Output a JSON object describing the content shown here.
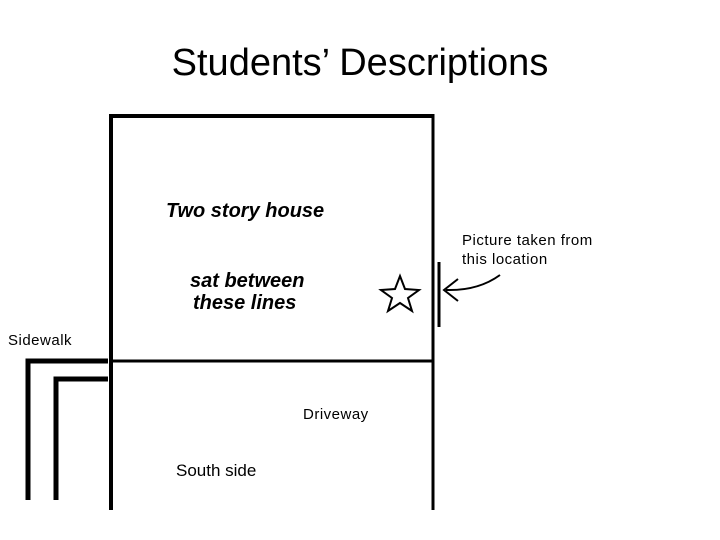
{
  "title": "Students’ Descriptions",
  "diagram": {
    "house_label": "Two story house",
    "lines_label_1": "sat between",
    "lines_label_2": "these lines",
    "picture_label_1": "Picture taken from",
    "picture_label_2": "this location",
    "sidewalk_label": "Sidewalk",
    "driveway_label": "Driveway",
    "south_label": "South side",
    "marker_icon": "star-icon",
    "arrow_icon": "left-arrow-icon"
  }
}
